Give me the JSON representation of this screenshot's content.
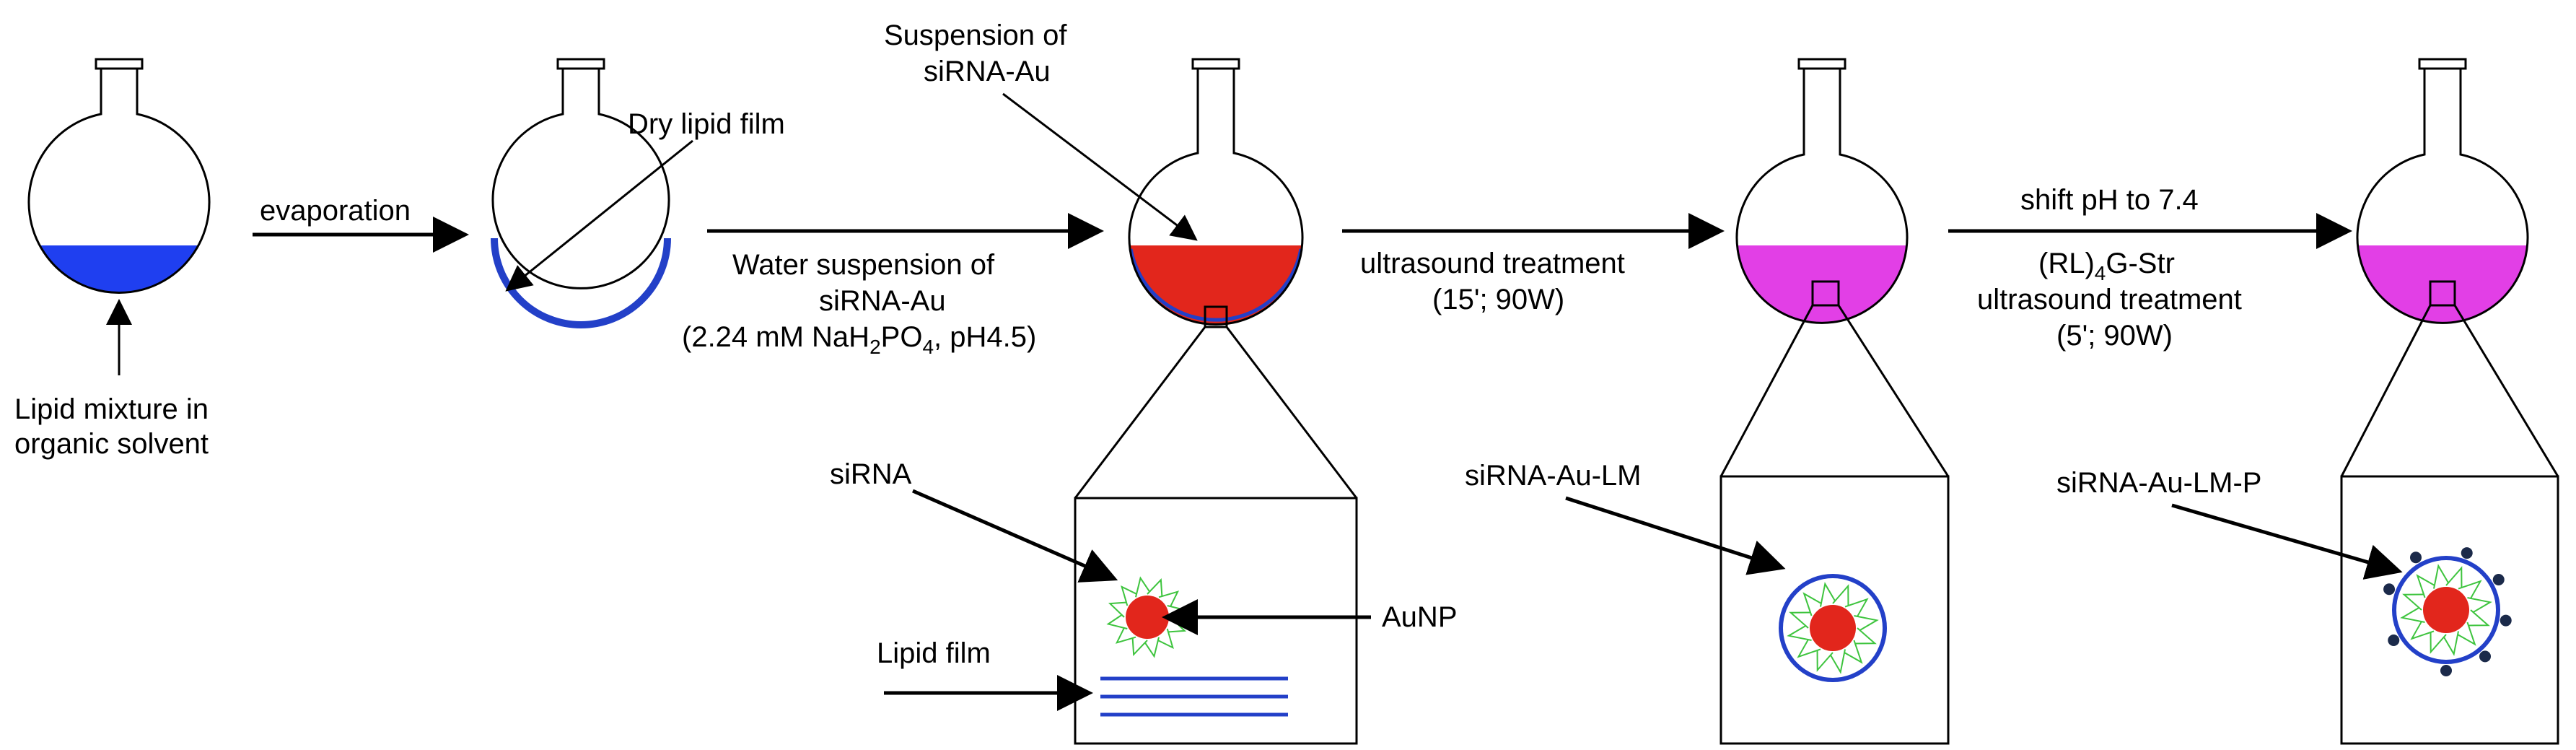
{
  "colors": {
    "lipid_solution": "#1f3ff0",
    "lipid_film": "#2340c8",
    "gold_suspension": "#e2261c",
    "liposome_suspension": "#e23fe6",
    "aunp": "#e2261c",
    "sirna": "#3ec43e",
    "peptide_dot": "#1b2a4a"
  },
  "flasks": [
    {
      "label": "Lipid mixture in organic solvent",
      "label_lines": [
        "Lipid mixture in",
        "organic solvent"
      ]
    },
    {
      "label": "Dry lipid film"
    },
    {
      "label_lines": [
        "Suspension of",
        "siRNA-Au"
      ]
    },
    {
      "label": ""
    },
    {
      "label": ""
    }
  ],
  "steps": [
    {
      "lines": [
        "evaporation"
      ]
    },
    {
      "lines": [
        "Water suspension of",
        "siRNA-Au"
      ],
      "condition_prefix": "(2.24 mM NaH",
      "sub1": "2",
      "mid": "PO",
      "sub2": "4",
      "suffix": ", pH4.5)"
    },
    {
      "lines": [
        "ultrasound treatment",
        "(15'; 90W)"
      ]
    },
    {
      "top": "shift pH to 7.4",
      "peptide_prefix": "(RL)",
      "peptide_sub": "4",
      "peptide_suffix": "G-Str",
      "lines": [
        "ultrasound treatment",
        "(5'; 90W)"
      ]
    }
  ],
  "insets": {
    "first": {
      "sirna": "siRNA",
      "aunp": "AuNP",
      "film": "Lipid film"
    },
    "second": {
      "label": "siRNA-Au-LM"
    },
    "third": {
      "label": "siRNA-Au-LM-P"
    }
  }
}
